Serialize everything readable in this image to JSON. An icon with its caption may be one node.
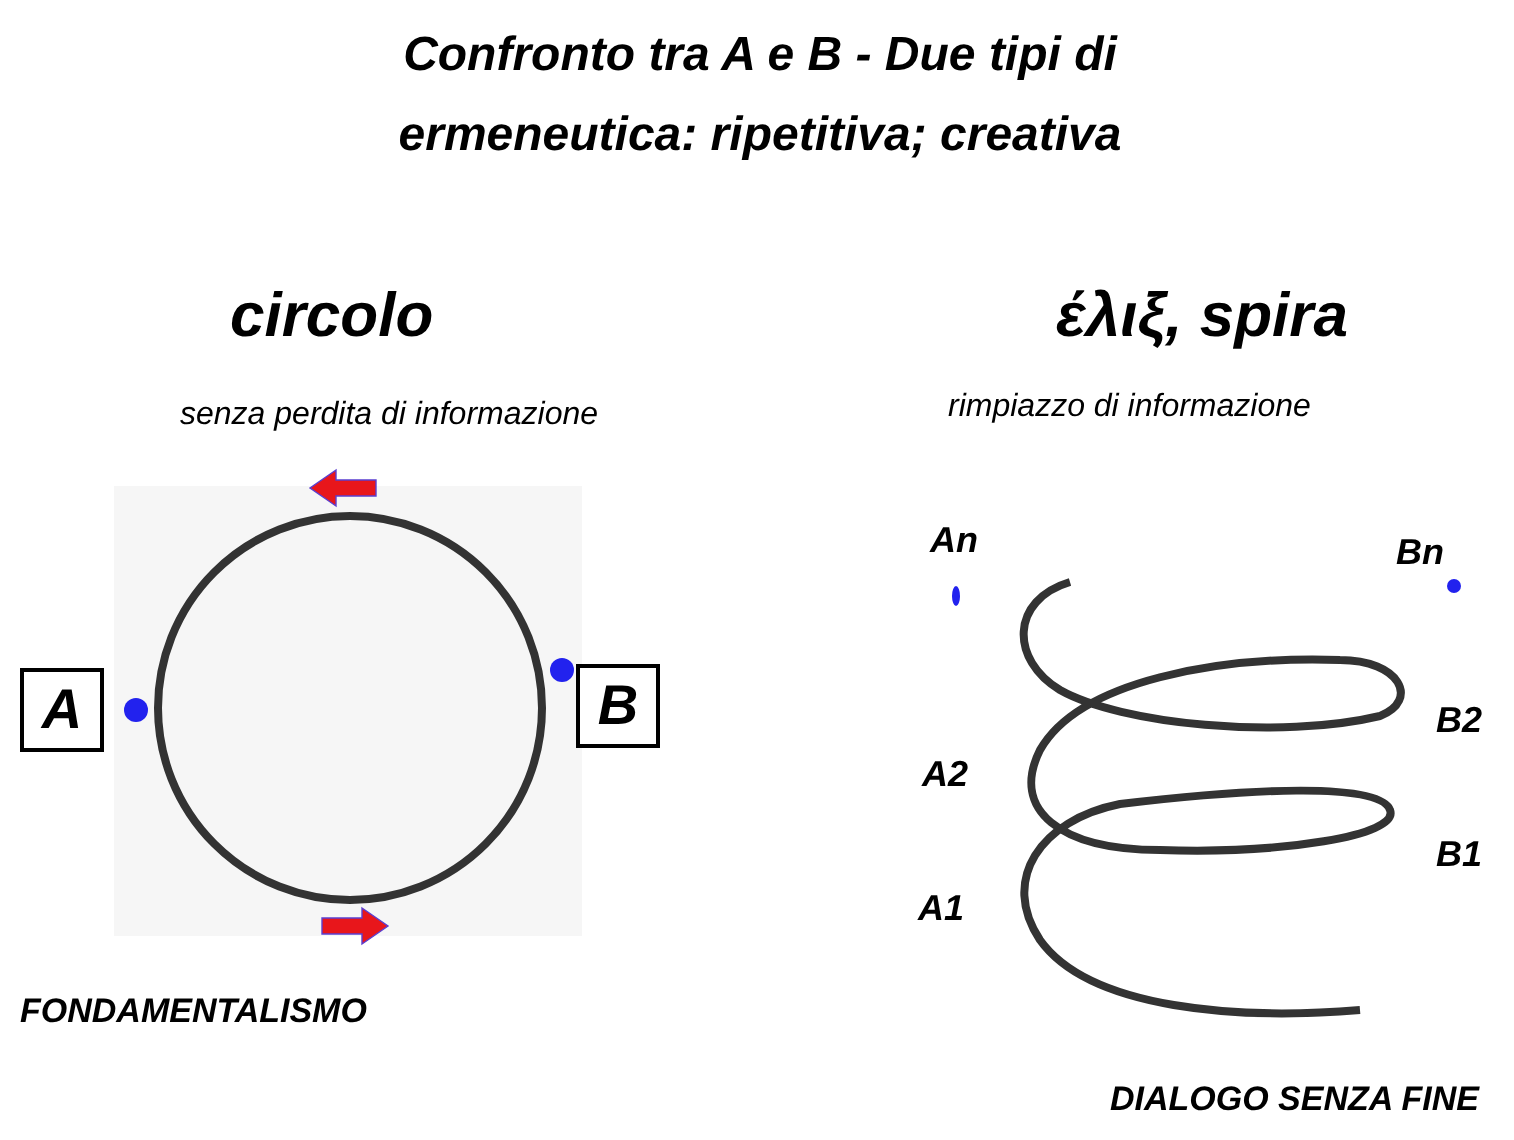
{
  "diagram": {
    "title": "Confronto tra A e B - Due tipi di ermeneutica: ripetitiva; creativa",
    "nodes": [
      {
        "text": [
          "A"
        ]
      },
      {
        "text": [
          "B"
        ]
      }
    ],
    "edges": [],
    "labels": [
      "circolo",
      "έλιξ, spira",
      "senza perdita di informazione",
      "rimpiazzo di informazione",
      "An",
      "Bn",
      "B2",
      "A2",
      "B1",
      "A1",
      "FONDAMENTALISMO",
      "DIALOGO SENZA FINE"
    ]
  }
}
